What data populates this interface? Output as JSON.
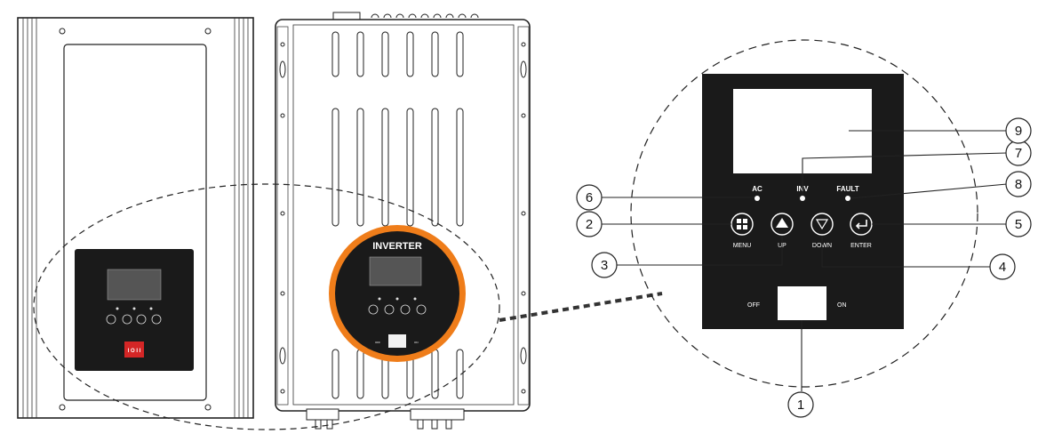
{
  "front_panel": {
    "brand": "INVERTER",
    "off_label": "OFF",
    "on_label": "ON",
    "switch_label": "I O I I"
  },
  "indicators": {
    "ac": "AC",
    "inv": "INV",
    "fault": "FAULT"
  },
  "buttons": {
    "menu": "MENU",
    "up": "UP",
    "down": "DOWN",
    "enter": "ENTER"
  },
  "switch": {
    "off": "OFF",
    "on": "ON"
  },
  "callouts": [
    {
      "num": "1"
    },
    {
      "num": "2"
    },
    {
      "num": "3"
    },
    {
      "num": "4"
    },
    {
      "num": "5"
    },
    {
      "num": "6"
    },
    {
      "num": "7"
    },
    {
      "num": "8"
    },
    {
      "num": "9"
    }
  ]
}
